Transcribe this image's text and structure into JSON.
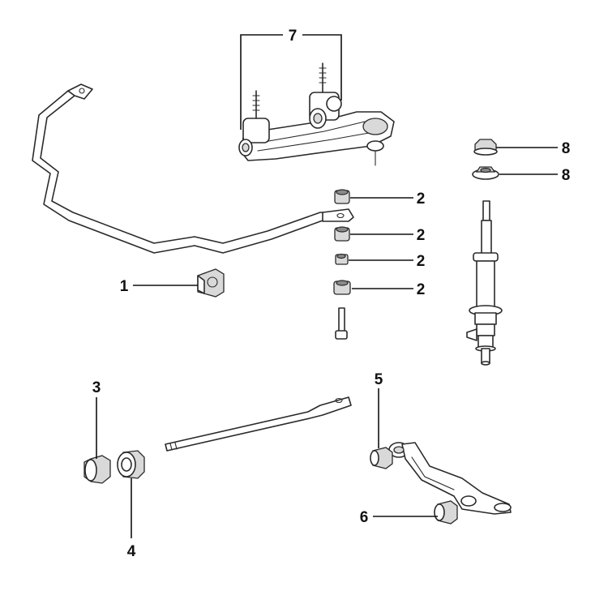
{
  "callouts": {
    "c1": "1",
    "c2a": "2",
    "c2b": "2",
    "c2c": "2",
    "c2d": "2",
    "c3": "3",
    "c4": "4",
    "c5": "5",
    "c6": "6",
    "c7": "7",
    "c8a": "8",
    "c8b": "8"
  },
  "colors": {
    "ink": "#2a2a2a",
    "background": "#ffffff",
    "shade": "#d9d9d9"
  }
}
